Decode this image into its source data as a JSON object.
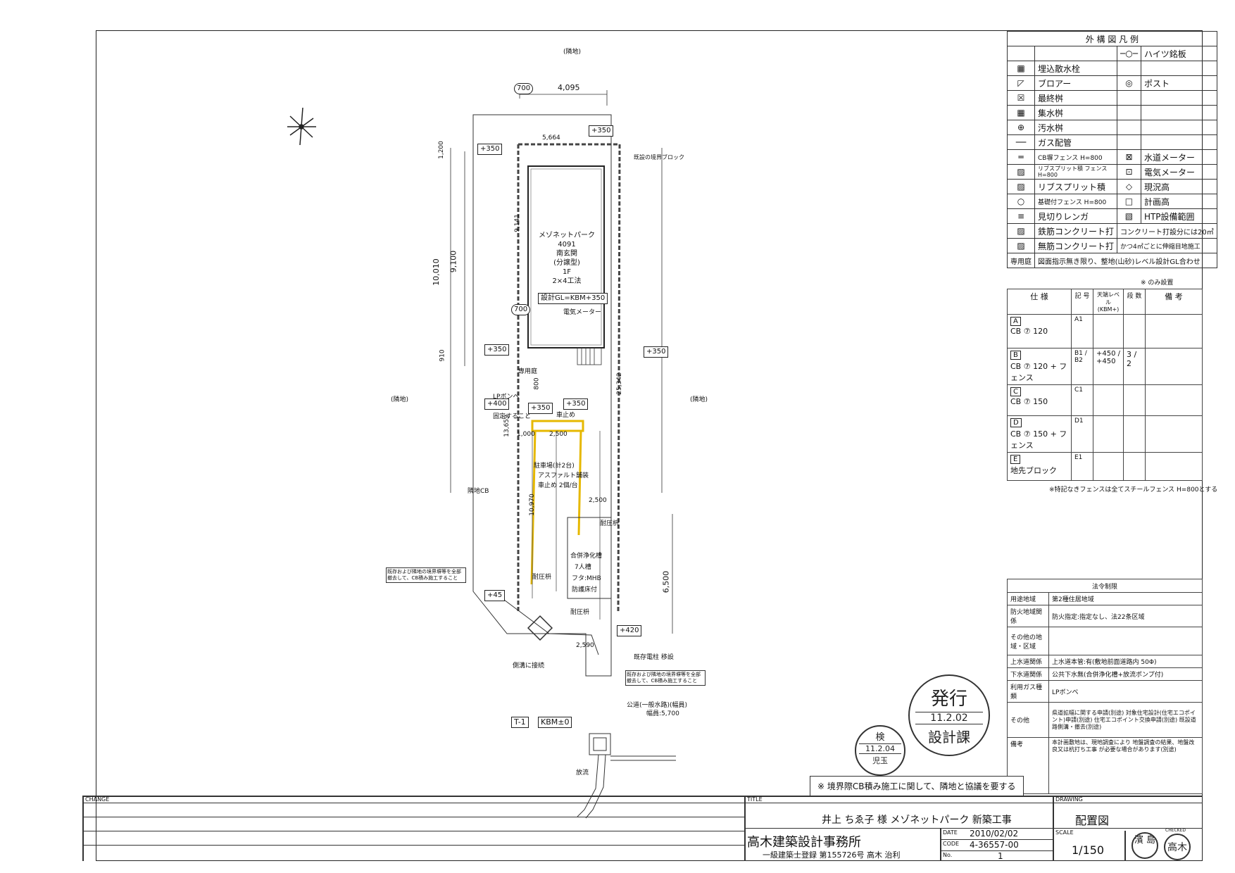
{
  "neighbor_label": "(隣地)",
  "dims": {
    "top_offset": "700",
    "top_width": "4,095",
    "inner_width": "5,664",
    "left_1200": "1,200",
    "left_10010": "10,010",
    "left_9100": "9,100",
    "left_910": "910",
    "left_13659": "13,659",
    "left_10970": "10,970",
    "right_9141": "9,141",
    "right_25342": "25,342",
    "right_6500": "6,500",
    "d_2500_a": "2,500",
    "d_2500_b": "2,500",
    "d_1000": "1,000",
    "d_800": "800",
    "d_2590": "2,590",
    "d_700_mid": "700"
  },
  "building": {
    "name": "メゾネットパーク",
    "number": "4091",
    "l3": "南玄関",
    "l4": "(分譲型)",
    "l5": "1F",
    "l6": "2×4工法",
    "gl": "設計GL=KBM+350"
  },
  "plan_labels": {
    "electric_meter": "電気メーター",
    "lp_tank": "LPボンベ",
    "lp_note": "固定すること",
    "parking": "駐車場(計2台)",
    "asphalt": "アスファルト舗装",
    "wheel_stop": "車止め 2個/台",
    "wheel_stop_top": "車止め",
    "septic1": "合併浄化槽",
    "septic2": "7人槽",
    "septic3": "フタ:MHB",
    "septic4": "防護床付",
    "pressure1": "耐圧枡",
    "pressure2": "耐圧枡",
    "pressure3": "耐圧枡",
    "neighbor_cb": "隣地CB",
    "exist_boundary": "既設の境界ブロック",
    "note_left": "既存および隣地の境界塀等を全部撤去して、CB積み施工すること",
    "note_right": "既存および隣地の境界塀等を全部撤去して、CB積み施工すること",
    "road_connect": "側溝に接続",
    "road_label": "公道(一般水路)(幅員)",
    "road_width": "幅員:5,700",
    "exist_pole": "既存電柱 移設",
    "outlet": "放流",
    "t1": "T-1",
    "kbm": "KBM±0",
    "senmei": "専用庭"
  },
  "level_tags": [
    "+350",
    "+350",
    "+350",
    "+350",
    "+350",
    "+400",
    "+350",
    "+45",
    "+420"
  ],
  "legend": {
    "title": "外 構 図 凡 例",
    "rows": [
      [
        "",
        "",
        "─○─",
        "ハイツ銘板"
      ],
      [
        "▦",
        "埋込散水栓",
        "",
        ""
      ],
      [
        "◸",
        "ブロアー",
        "◎",
        "ポスト"
      ],
      [
        "☒",
        "最終桝",
        "",
        ""
      ],
      [
        "▦",
        "集水桝",
        "",
        ""
      ],
      [
        "⊕",
        "汚水桝",
        "",
        ""
      ],
      [
        "──",
        "ガス配管",
        "",
        ""
      ],
      [
        "═",
        "CB塀フェンス H=800",
        "⊠",
        "水道メーター"
      ],
      [
        "▨",
        "リブスプリット積 フェンス H=800",
        "⊡",
        "電気メーター"
      ],
      [
        "▨",
        "リブスプリット積",
        "◇",
        "現況高"
      ],
      [
        "○",
        "基礎付フェンス H=800",
        "□",
        "計画高"
      ],
      [
        "≡",
        "見切りレンガ",
        "▧",
        "HTP設備範囲"
      ],
      [
        "▨",
        "鉄筋コンクリート打",
        "",
        "コンクリート打設分には20㎡"
      ],
      [
        "▨",
        "無筋コンクリート打",
        "",
        "かつ4㎡ごとに伸縮目地施工"
      ],
      [
        "専用庭",
        "図面指示無き限り、整地(山砂)レベル設計GL合わせ",
        "",
        ""
      ]
    ]
  },
  "spec": {
    "note_top": "※ のみ設置",
    "headers": [
      "仕 様",
      "記 号",
      "天端レベル (KBM+)",
      "段 数",
      "備 考"
    ],
    "rows": [
      {
        "code": "A",
        "desc": "CB ⑦ 120",
        "sym": "A1",
        "level": "",
        "steps": ""
      },
      {
        "code": "B",
        "desc": "CB ⑦ 120 + フェンス",
        "sym": "B1 / B2",
        "level": "+450 / +450",
        "steps": "3 / 2"
      },
      {
        "code": "C",
        "desc": "CB ⑦ 150",
        "sym": "C1",
        "level": "",
        "steps": ""
      },
      {
        "code": "D",
        "desc": "CB ⑦ 150 + フェンス",
        "sym": "D1",
        "level": "",
        "steps": ""
      },
      {
        "code": "E",
        "desc": "地先ブロック",
        "sym": "E1",
        "level": "",
        "steps": ""
      }
    ],
    "footnote": "※特記なきフェンスは全てスチールフェンス H=800とする"
  },
  "zoning": {
    "title": "法令制限",
    "rows": [
      [
        "用途地域",
        "第2種住居地域"
      ],
      [
        "防火地域関係",
        "防火指定:指定なし、法22条区域"
      ],
      [
        "その他の地域・区域",
        ""
      ],
      [
        "上水道関係",
        "上水道本管:有(敷地前面道路内 50Φ)"
      ],
      [
        "下水道関係",
        "公共下水無(合併浄化槽+放流ポンプ付)"
      ],
      [
        "利用ガス種類",
        "LPボンベ"
      ],
      [
        "その他",
        "県道拡幅に関する申請(別途) 対象住宅設計(住宅エコポイント)申請(別途) 住宅エコポイント交換申請(別途) 既設道路側溝・撤去(別途)"
      ],
      [
        "備考",
        "本計画敷地は、現地調査により 地盤調査の結果、地盤改良又は杭打ち工事 が必要な場合があります(別途)"
      ]
    ]
  },
  "stamps": {
    "hakko": "発行",
    "hakko_date": "11.2.02",
    "hakko_dept": "設計課",
    "ken": "検",
    "ken_date": "11.2.04",
    "ken_name": "児玉"
  },
  "notice": "※ 境界際CB積み施工に関して、隣地と協議を要する",
  "title_block": {
    "change_label": "CHANGE",
    "title_label": "TITLE",
    "title": "井上 ちゑ子 様 メゾネットパーク 新築工事",
    "drawing_label": "DRAWING",
    "drawing": "配置図",
    "office": "高木建築設計事務所",
    "registration": "一級建築士登録 第155726号 高木 治利",
    "date_label": "DATE",
    "date": "2010/02/02",
    "code_label": "CODE",
    "code": "4-36557-00",
    "no_label": "No.",
    "no": "1",
    "scale_label": "SCALE",
    "scale": "1/150",
    "seal1": "濱 島",
    "seal2_label": "CHECKED",
    "seal2": "高木"
  }
}
